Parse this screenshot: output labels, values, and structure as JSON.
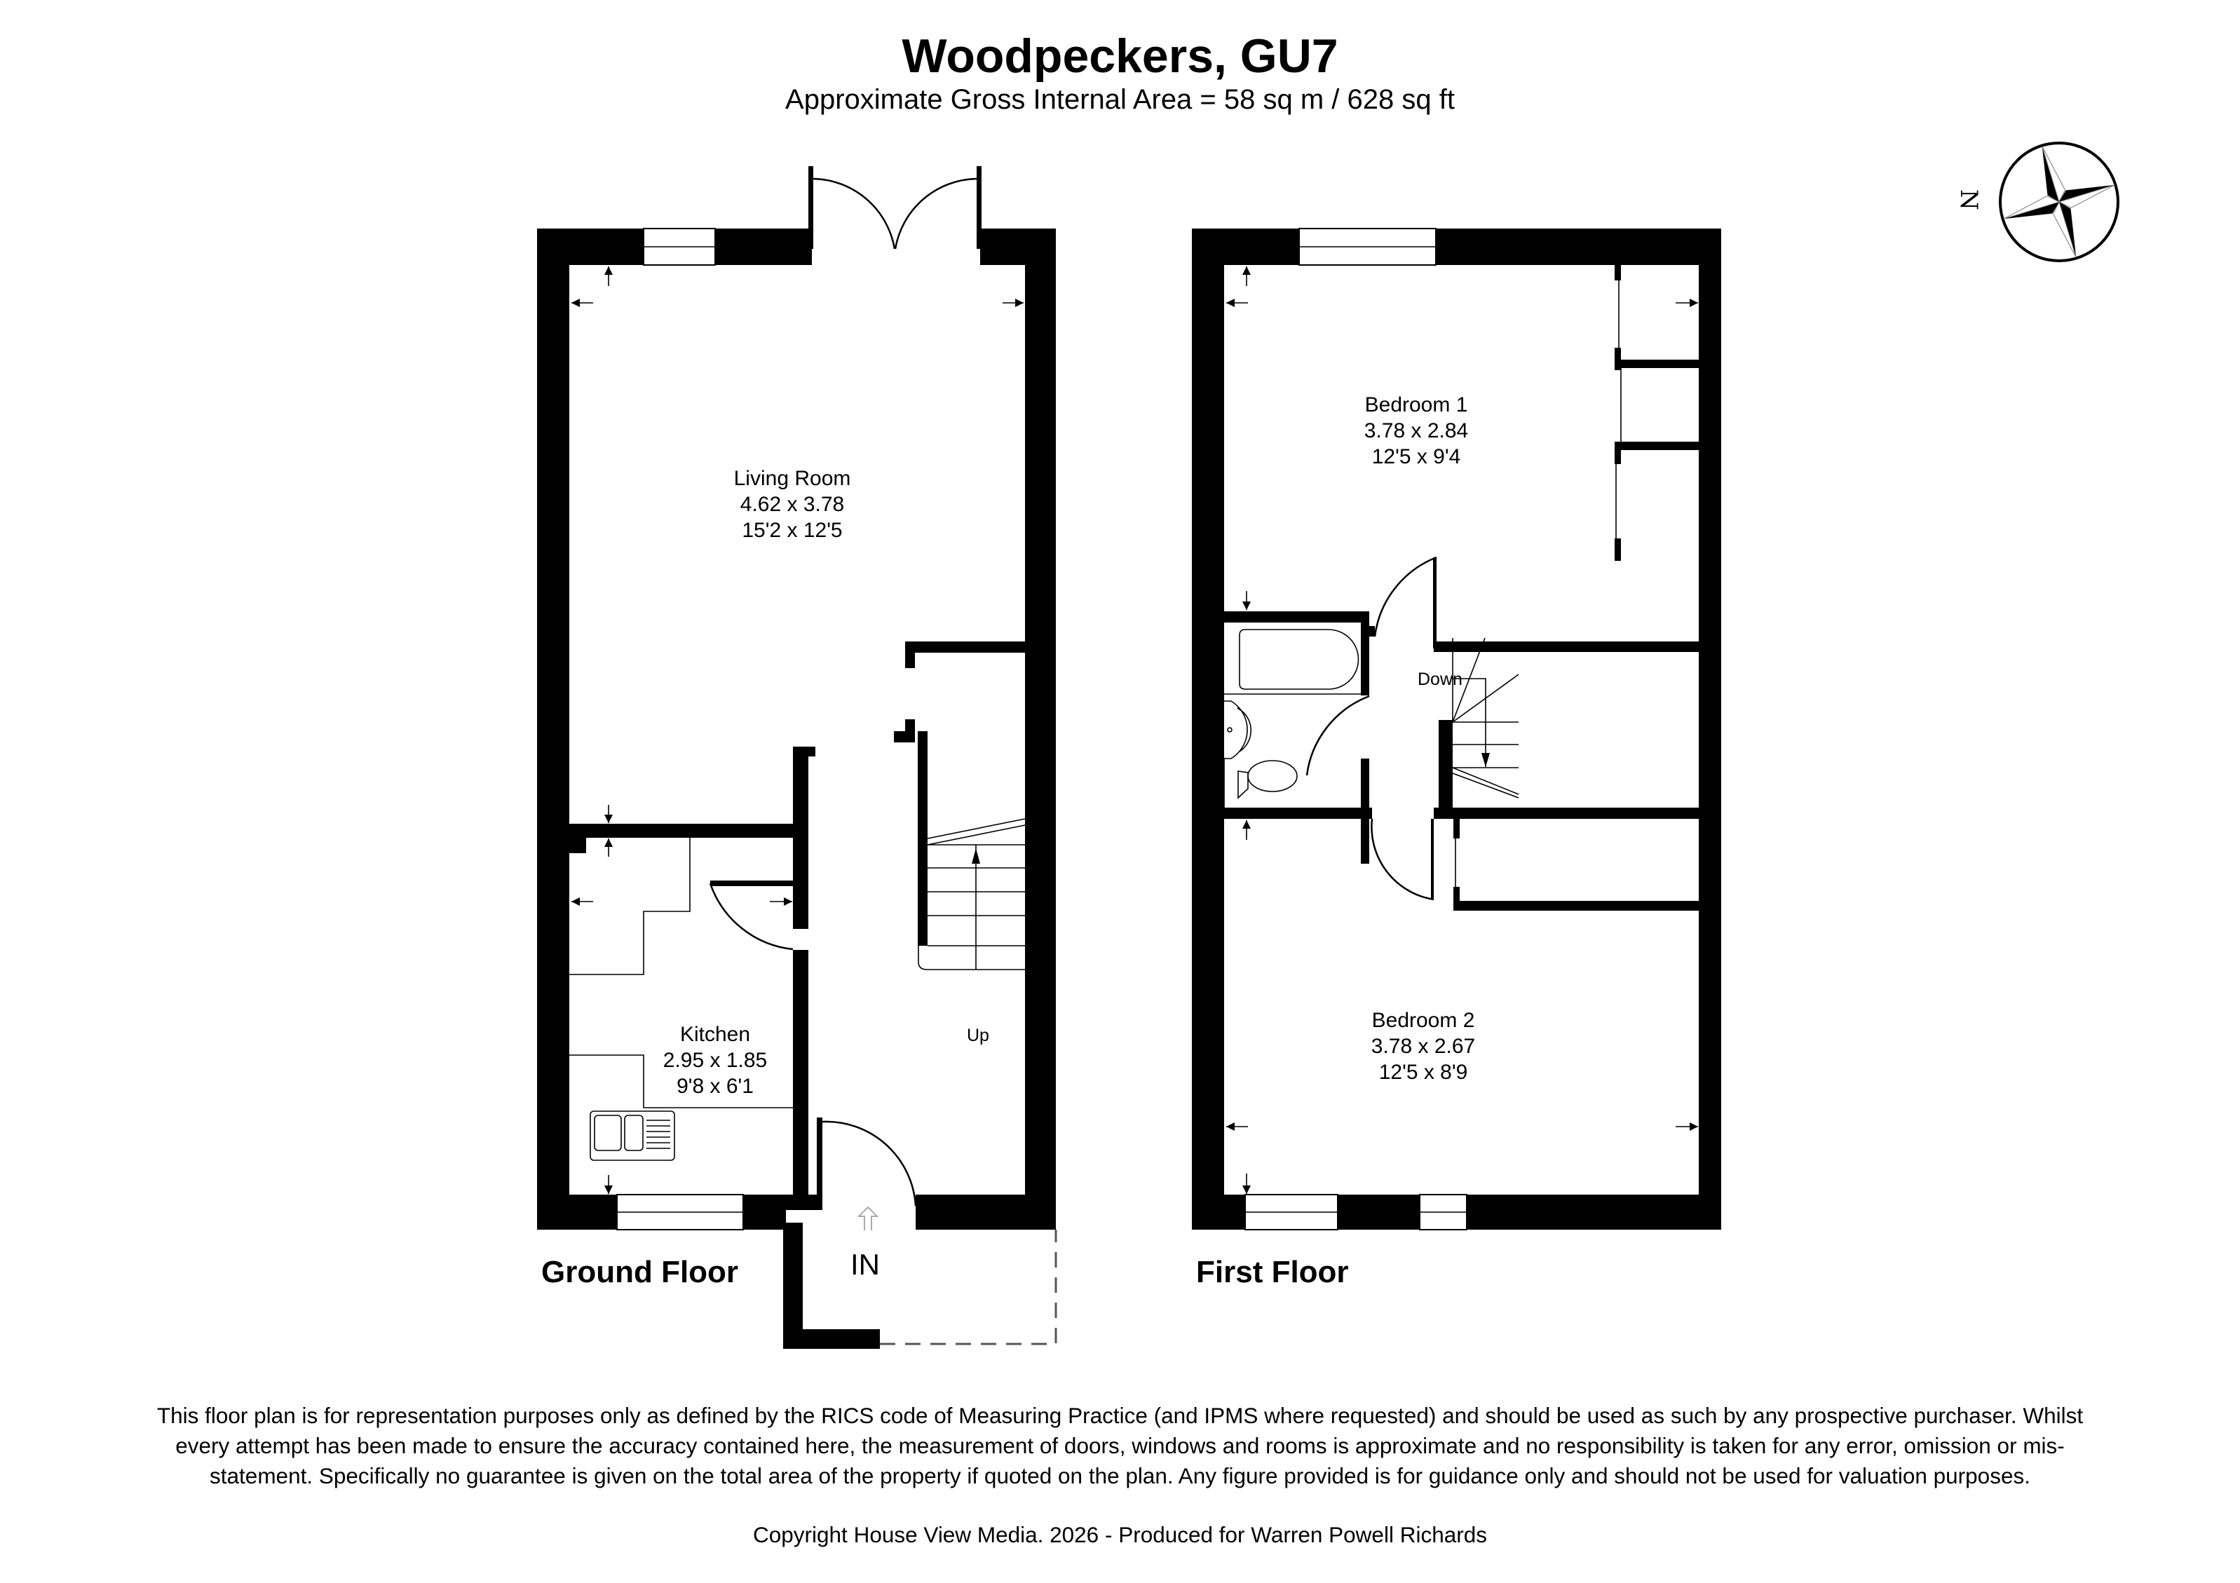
{
  "header": {
    "title": "Woodpeckers, GU7",
    "subtitle": "Approximate Gross Internal Area = 58 sq m / 628 sq ft"
  },
  "compass": {
    "label": "N",
    "icon": "compass-rose-icon"
  },
  "floors": [
    {
      "name": "Ground Floor",
      "rooms": [
        {
          "name": "Living Room",
          "metric": "4.62 x 3.78",
          "imperial": "15'2 x 12'5"
        },
        {
          "name": "Kitchen",
          "metric": "2.95 x 1.85",
          "imperial": "9'8 x 6'1"
        }
      ],
      "stairs_label": "Up",
      "entrance_label": "IN"
    },
    {
      "name": "First Floor",
      "rooms": [
        {
          "name": "Bedroom 1",
          "metric": "3.78 x 2.84",
          "imperial": "12'5 x 9'4"
        },
        {
          "name": "Bedroom 2",
          "metric": "3.78 x 2.67",
          "imperial": "12'5 x 8'9"
        }
      ],
      "stairs_label": "Down"
    }
  ],
  "footer": {
    "disclaimer": "This floor plan is for representation purposes only as defined by the RICS code of Measuring Practice (and IPMS where requested) and should be used as such by any prospective purchaser. Whilst every attempt has been made to ensure the accuracy contained here, the measurement of doors, windows and rooms is approximate and no responsibility is taken for any error, omission or mis-statement. Specifically no guarantee is given on the total area of the property if quoted on the plan. Any figure provided is for guidance only and should not be used for valuation purposes.",
    "copyright": "Copyright House View Media. 2026 - Produced for Warren Powell Richards"
  }
}
